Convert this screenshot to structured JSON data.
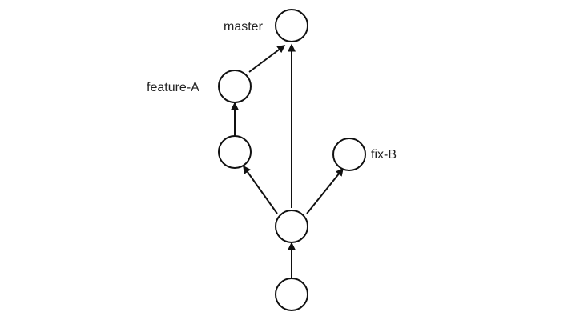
{
  "diagram": {
    "labels": {
      "master": "master",
      "feature_a": "feature-A",
      "fix_b": "fix-B"
    },
    "nodes": [
      {
        "id": "master",
        "label": "master"
      },
      {
        "id": "feature_a",
        "label": "feature-A"
      },
      {
        "id": "feature_a_base",
        "label": ""
      },
      {
        "id": "fix_b",
        "label": "fix-B"
      },
      {
        "id": "branch_point",
        "label": ""
      },
      {
        "id": "root",
        "label": ""
      }
    ],
    "edges": [
      {
        "from": "root",
        "to": "branch_point"
      },
      {
        "from": "branch_point",
        "to": "master"
      },
      {
        "from": "branch_point",
        "to": "feature_a_base"
      },
      {
        "from": "branch_point",
        "to": "fix_b"
      },
      {
        "from": "feature_a_base",
        "to": "feature_a"
      },
      {
        "from": "feature_a",
        "to": "master"
      }
    ],
    "colors": {
      "stroke": "#111111",
      "fill": "#ffffff",
      "text": "#222222"
    }
  }
}
